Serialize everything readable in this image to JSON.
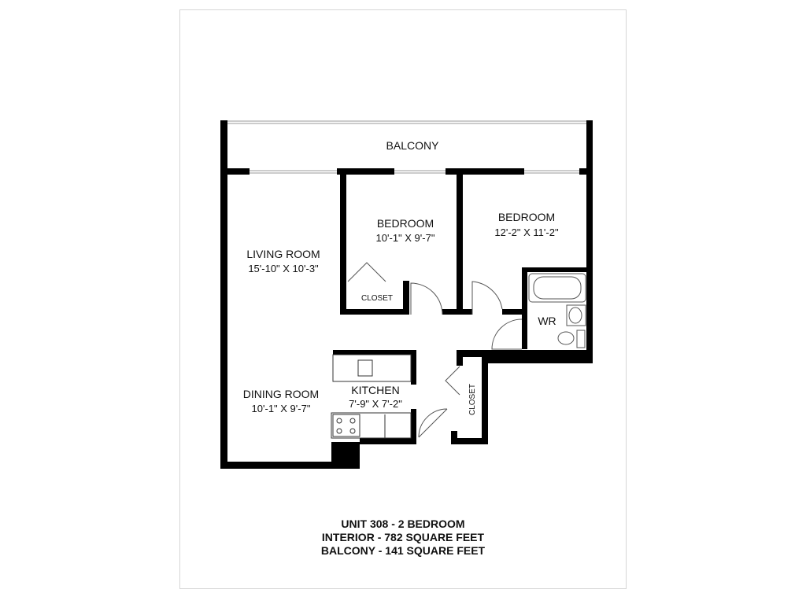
{
  "rooms": {
    "balcony": {
      "name": "BALCONY"
    },
    "bedroom_1": {
      "name": "BEDROOM",
      "size": "10'-1\" X 9'-7\""
    },
    "bedroom_2": {
      "name": "BEDROOM",
      "size": "12'-2\" X 11'-2\""
    },
    "living_room": {
      "name": "LIVING ROOM",
      "size": "15'-10\" X 10'-3\""
    },
    "dining_room": {
      "name": "DINING ROOM",
      "size": "10'-1\" X 9'-7\""
    },
    "kitchen": {
      "name": "KITCHEN",
      "size": "7'-9\" X 7'-2\""
    },
    "washroom": {
      "name": "WR"
    },
    "bedroom_closet": {
      "name": "CLOSET"
    },
    "hall_closet": {
      "name": "CLOSET"
    }
  },
  "caption": {
    "line1": "UNIT 308 - 2 BEDROOM",
    "line2": "INTERIOR - 782 SQUARE FEET",
    "line3": "BALCONY - 141 SQUARE FEET"
  },
  "colors": {
    "wall": "#000000",
    "background": "#ffffff",
    "frame": "#d6d6d6"
  }
}
